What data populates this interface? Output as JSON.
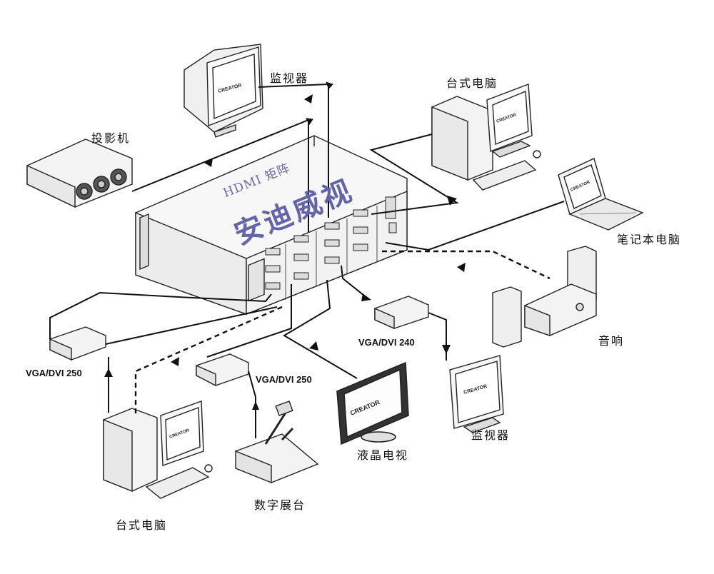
{
  "labels": {
    "monitor_top": "监视器",
    "projector": "投影机",
    "desktop_top": "台式电脑",
    "laptop": "笔记本电脑",
    "audio": "音响",
    "monitor_bottom": "监视器",
    "lcd_tv": "液晶电视",
    "document_camera": "数字展台",
    "desktop_bottom": "台式电脑"
  },
  "models": {
    "extender_left": "VGA/DVI 250",
    "extender_middle": "VGA/DVI 250",
    "extender_right": "VGA/DVI 240"
  },
  "brand": "CREATOR",
  "watermark": {
    "line1": "HDMI 矩阵",
    "line2": "安迪威视"
  }
}
